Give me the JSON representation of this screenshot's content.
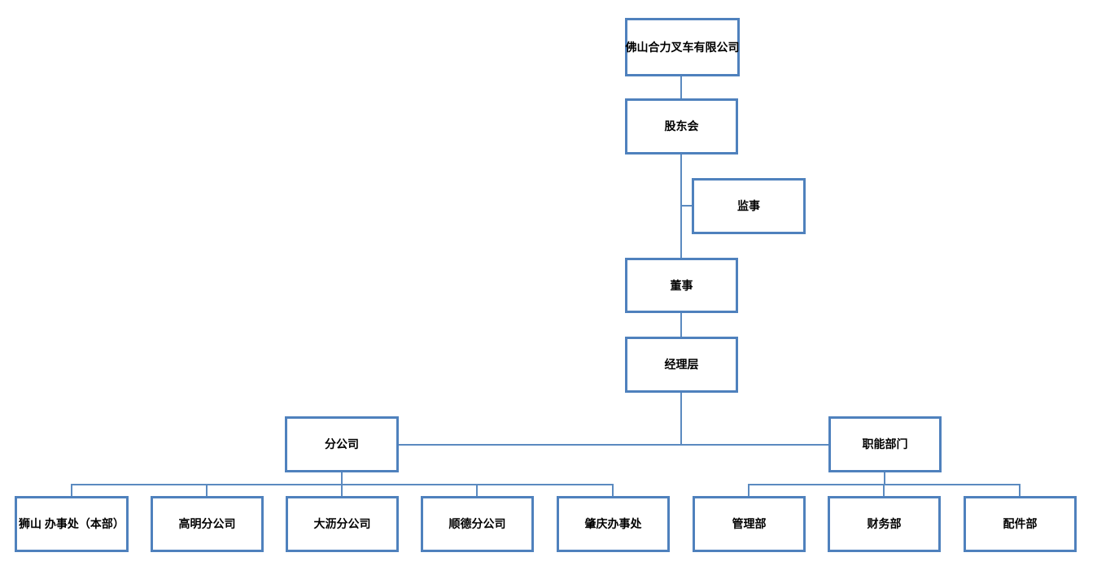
{
  "diagram_type": "org-chart",
  "nodes": {
    "company": {
      "label": "佛山合力叉车有限公司"
    },
    "shareholders": {
      "label": "股东会"
    },
    "supervisor": {
      "label": "监事"
    },
    "director": {
      "label": "董事"
    },
    "management": {
      "label": "经理层"
    },
    "branch": {
      "label": "分公司"
    },
    "functional": {
      "label": "职能部门"
    },
    "shishan": {
      "label": "狮山 办事处（本部）"
    },
    "gaoming": {
      "label": "高明分公司"
    },
    "dali": {
      "label": "大沥分公司"
    },
    "shunde": {
      "label": "顺德分公司"
    },
    "zhaoqing": {
      "label": "肇庆办事处"
    },
    "admin": {
      "label": "管理部"
    },
    "finance": {
      "label": "财务部"
    },
    "parts": {
      "label": "配件部"
    }
  },
  "edges": [
    {
      "from": "company",
      "to": "shareholders"
    },
    {
      "from": "shareholders",
      "to": "supervisor"
    },
    {
      "from": "shareholders",
      "to": "director"
    },
    {
      "from": "director",
      "to": "management"
    },
    {
      "from": "management",
      "to": "branch"
    },
    {
      "from": "management",
      "to": "functional"
    },
    {
      "from": "branch",
      "to": "shishan"
    },
    {
      "from": "branch",
      "to": "gaoming"
    },
    {
      "from": "branch",
      "to": "dali"
    },
    {
      "from": "branch",
      "to": "shunde"
    },
    {
      "from": "branch",
      "to": "zhaoqing"
    },
    {
      "from": "functional",
      "to": "admin"
    },
    {
      "from": "functional",
      "to": "finance"
    },
    {
      "from": "functional",
      "to": "parts"
    }
  ],
  "colors": {
    "box_border": "#4f81bd",
    "connector": "#5b8ac0",
    "text": "#000000",
    "background": "#ffffff"
  }
}
